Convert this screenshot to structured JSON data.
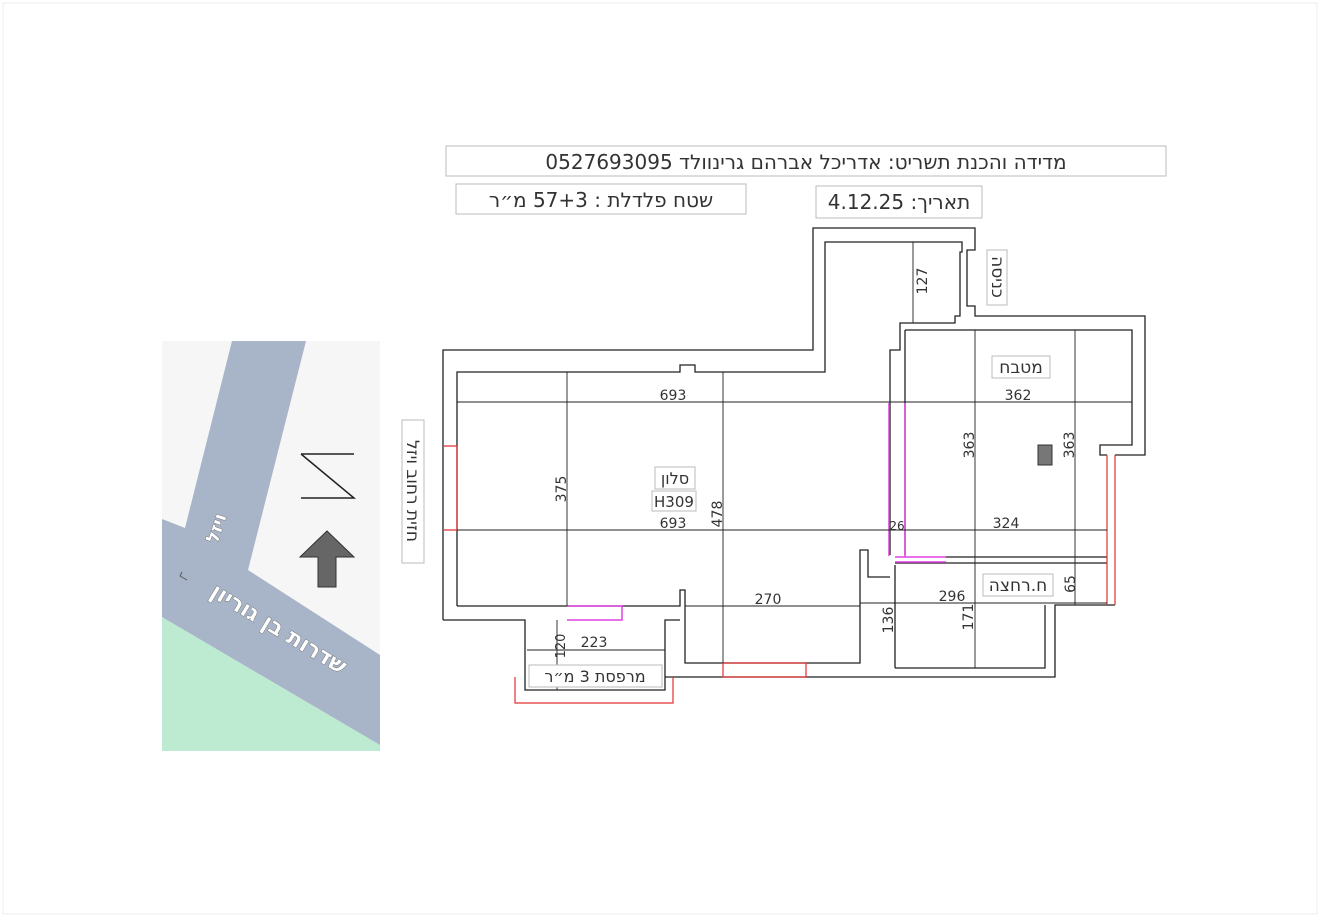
{
  "header": {
    "title": "מדידה והכנת תשריט: אדריכל אברהם גרינוולד 0527693095",
    "area": "שטח פלדלת : 57+3 מ״ר",
    "date": "תאריך: 4.12.25"
  },
  "map": {
    "street_small": "ויזל",
    "street_main": "שדרות בן גוריון",
    "colors": {
      "road": "#a8b4c8",
      "park": "#bdebd2",
      "ground": "#f6f6f6"
    }
  },
  "plan": {
    "entrance": "כניסה",
    "street_facade": "חזית רחוב ויזל",
    "rooms": {
      "living": "סלון",
      "living_height": "H309",
      "kitchen": "מטבח",
      "bathroom": "ח.רחצה",
      "balcony": "מרפסת 3 מ״ר"
    },
    "dims": {
      "living_top": "693",
      "living_mid": "693",
      "living_h1": "375",
      "living_h2": "478",
      "kitchen_w": "362",
      "kitchen_h1": "363",
      "kitchen_h2": "363",
      "gap": "26",
      "kitchen_w2": "324",
      "bath_h": "65",
      "bath_w": "296",
      "bath_h1": "136",
      "bath_h2": "171",
      "corridor_w": "270",
      "balcony_w": "223",
      "balcony_h": "120",
      "entrance_h": "127"
    }
  }
}
